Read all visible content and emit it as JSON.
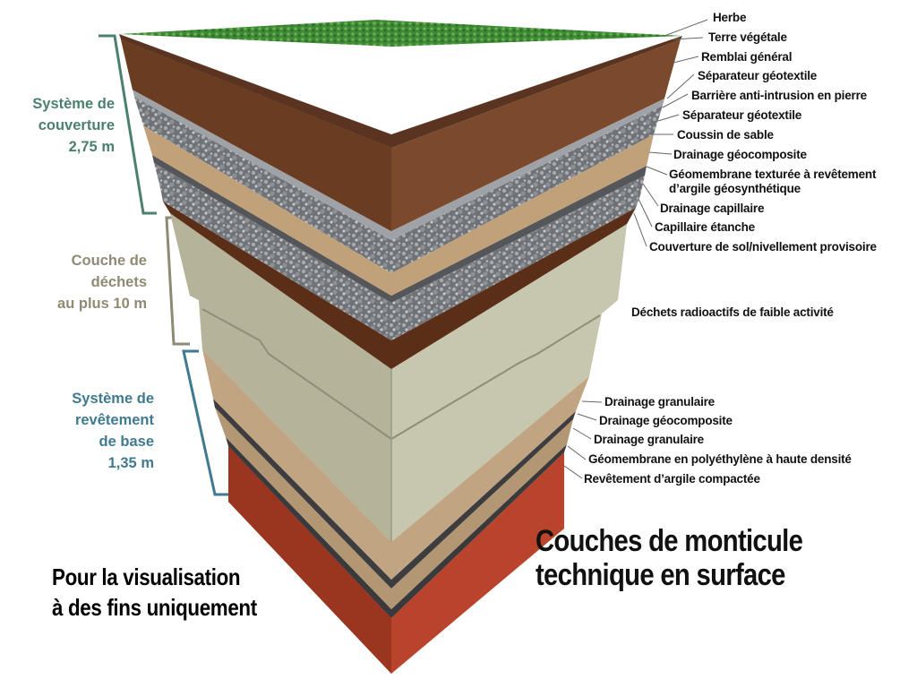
{
  "groups": [
    {
      "id": "cover",
      "lines": [
        "Système de",
        "couverture",
        "2,75 m"
      ],
      "color": "#4b8070"
    },
    {
      "id": "waste",
      "lines": [
        "Couche de",
        "déchets",
        "au plus 10 m"
      ],
      "color": "#8e8a73"
    },
    {
      "id": "base",
      "lines": [
        "Système de",
        "revêtement",
        "de base",
        "1,35 m"
      ],
      "color": "#3f7a90"
    }
  ],
  "labels": [
    "Herbe",
    "Terre végétale",
    "Remblai général",
    "Séparateur géotextile",
    "Barrière anti-intrusion en pierre",
    "Séparateur géotextile",
    "Coussin de sable",
    "Drainage géocomposite",
    "Géomembrane texturée à revêtement",
    "d’argile géosynthétique",
    "Drainage capillaire",
    "Capillaire étanche",
    "Couverture de sol/nivellement provisoire",
    "Déchets radioactifs de faible activité",
    "Drainage granulaire",
    "Drainage géocomposite",
    "Drainage granulaire",
    "Géomembrane en polyéthylène à haute densité",
    "Revêtement d’argile compactée"
  ],
  "title": [
    "Couches de monticule",
    "technique en surface"
  ],
  "note": [
    "Pour la visualisation",
    "à des fins uniquement"
  ]
}
